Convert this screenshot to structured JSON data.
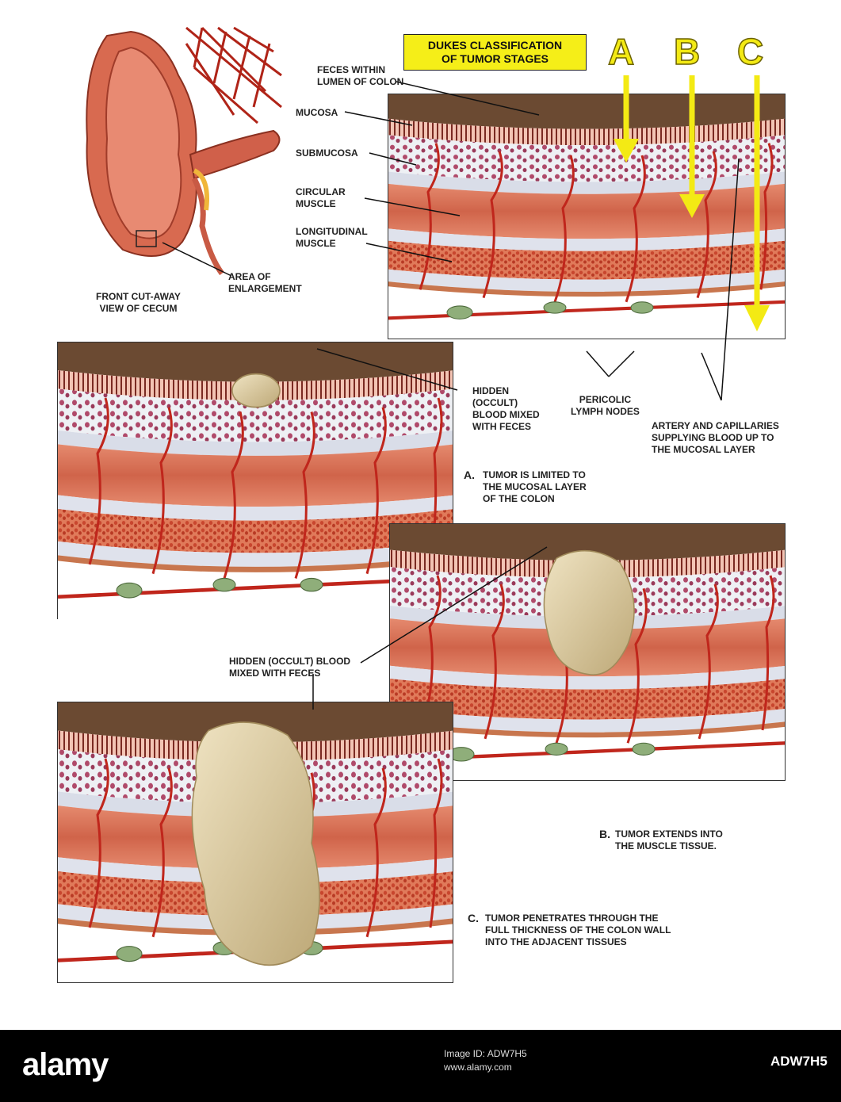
{
  "title": "DUKES CLASSIFICATION\nOF TUMOR STAGES",
  "stage_letters": [
    "A",
    "B",
    "C"
  ],
  "cecum_caption": "FRONT CUT-AWAY\nVIEW OF CECUM",
  "labels": {
    "feces": "FECES WITHIN\nLUMEN OF COLON",
    "mucosa": "MUCOSA",
    "submucosa": "SUBMUCOSA",
    "circular": "CIRCULAR\nMUSCLE",
    "longitudinal": "LONGITUDINAL\nMUSCLE",
    "area": "AREA OF\nENLARGEMENT",
    "occult_a": "HIDDEN\n(OCCULT)\nBLOOD MIXED\nWITH FECES",
    "lymph": "PERICOLIC\nLYMPH NODES",
    "artery": "ARTERY AND CAPILLARIES\nSUPPLYING BLOOD UP TO\nTHE MUCOSAL LAYER",
    "occult_bc": "HIDDEN (OCCULT) BLOOD\nMIXED WITH FECES"
  },
  "stages": {
    "a": {
      "letter": "A.",
      "text": "TUMOR IS LIMITED TO\nTHE MUCOSAL LAYER\nOF THE COLON"
    },
    "b": {
      "letter": "B.",
      "text": "TUMOR EXTENDS INTO\nTHE MUSCLE TISSUE."
    },
    "c": {
      "letter": "C.",
      "text": "TUMOR PENETRATES THROUGH THE\nFULL THICKNESS OF THE COLON WALL\nINTO THE ADJACENT TISSUES"
    }
  },
  "footer": {
    "logo": "alamy",
    "info": "Image ID: ADW7H5\nwww.alamy.com",
    "code": "ADW7H5"
  },
  "colors": {
    "accent_yellow": "#f3ea14",
    "muscle": "#d9745a",
    "feces": "#6b4a32",
    "tumor": "#d8c9a0",
    "vessel": "#c0261c",
    "lymph": "#8fae7a"
  }
}
